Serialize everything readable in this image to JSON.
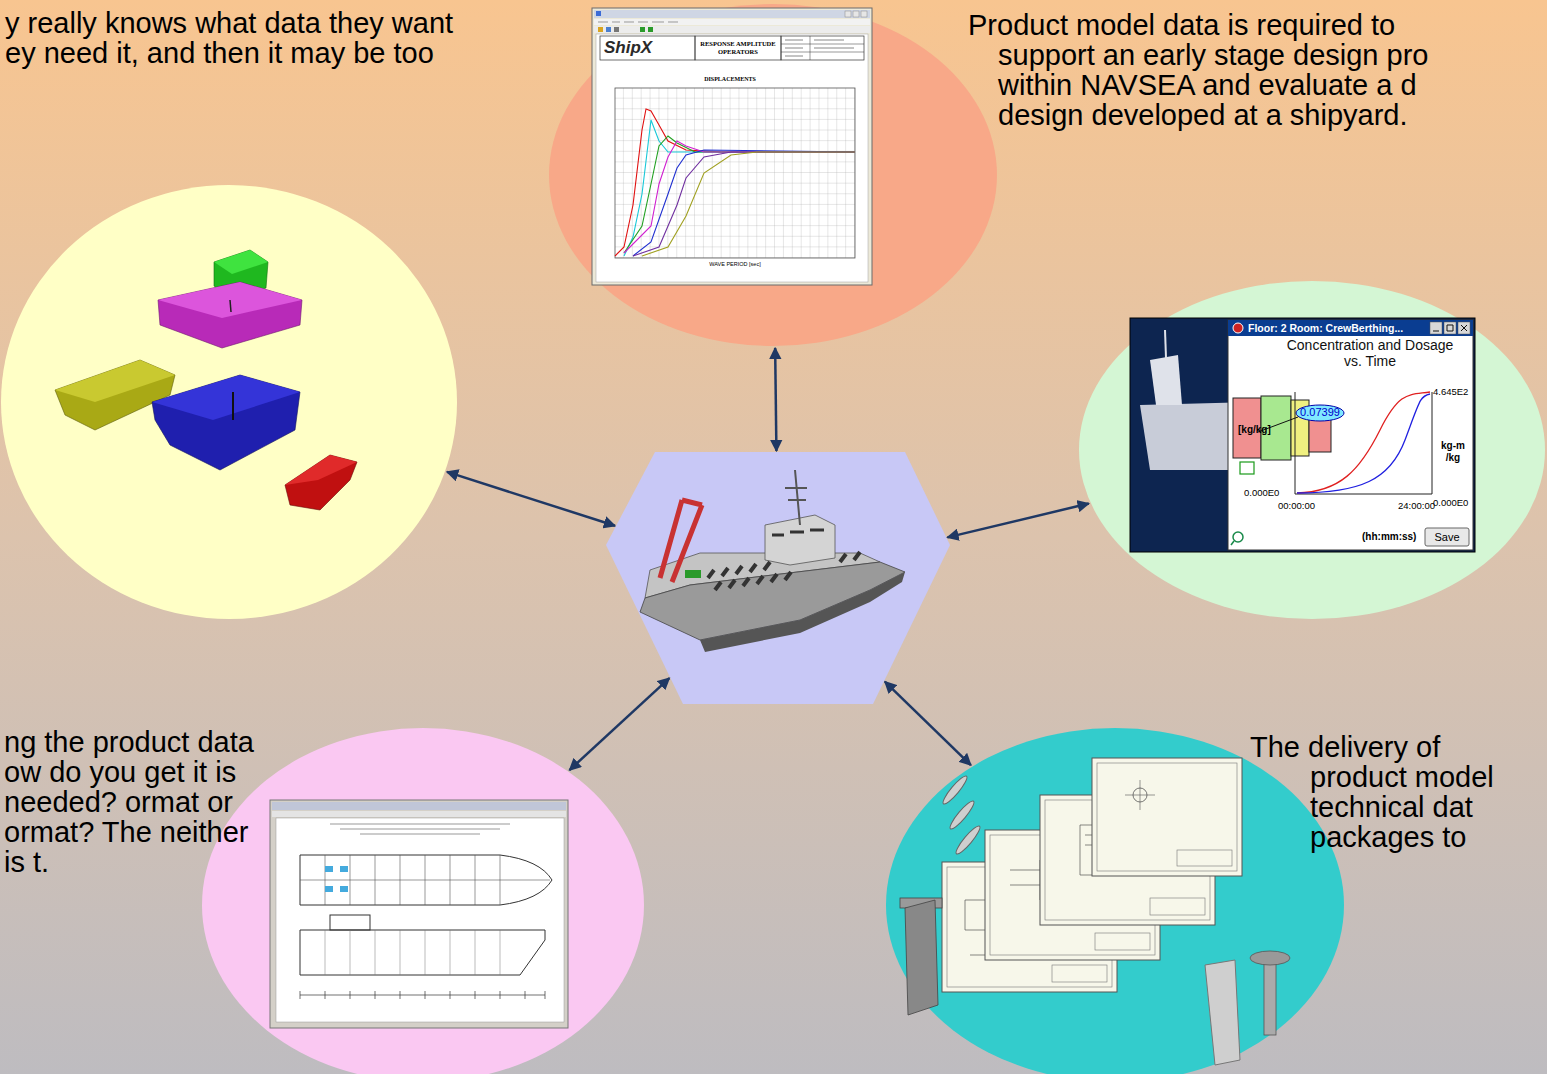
{
  "diagram": {
    "nodes": [
      {
        "text": [
          "Product model data is required to support an early stage design pro within NAVSEA and evaluate a d design developed at a shipyard.",
          "ShipX",
          "RESPONSE AMPLITUDE OPERATORS",
          "DISPLACEMENTS",
          "WAVE PERIOD [sec]"
        ]
      },
      {
        "text": [
          "y really knows what data they want ey need it, and then it may be too"
        ]
      },
      {
        "text": [
          "Floor: 2 Room: CrewBerthing...",
          "Concentration and Dosage vs. Time",
          "0.07399",
          "[kg/kg]",
          "4.645E2",
          "kg-m /kg",
          "0.000E0",
          "0.000E0",
          "00:00:00",
          "24:00:00",
          "(hh:mm:ss)",
          "Save"
        ]
      },
      {
        "text": []
      },
      {
        "text": [
          "ng the product data ow do you get it is needed? ormat or ormat? The neither is t."
        ]
      },
      {
        "text": [
          "The delivery of product model technical dat packages to"
        ]
      }
    ],
    "edges": [
      {
        "from": 3,
        "to": 0,
        "arrow": "both"
      },
      {
        "from": 3,
        "to": 1,
        "arrow": "both"
      },
      {
        "from": 3,
        "to": 2,
        "arrow": "both"
      },
      {
        "from": 3,
        "to": 4,
        "arrow": "both"
      },
      {
        "from": 3,
        "to": 5,
        "arrow": "both"
      }
    ]
  }
}
